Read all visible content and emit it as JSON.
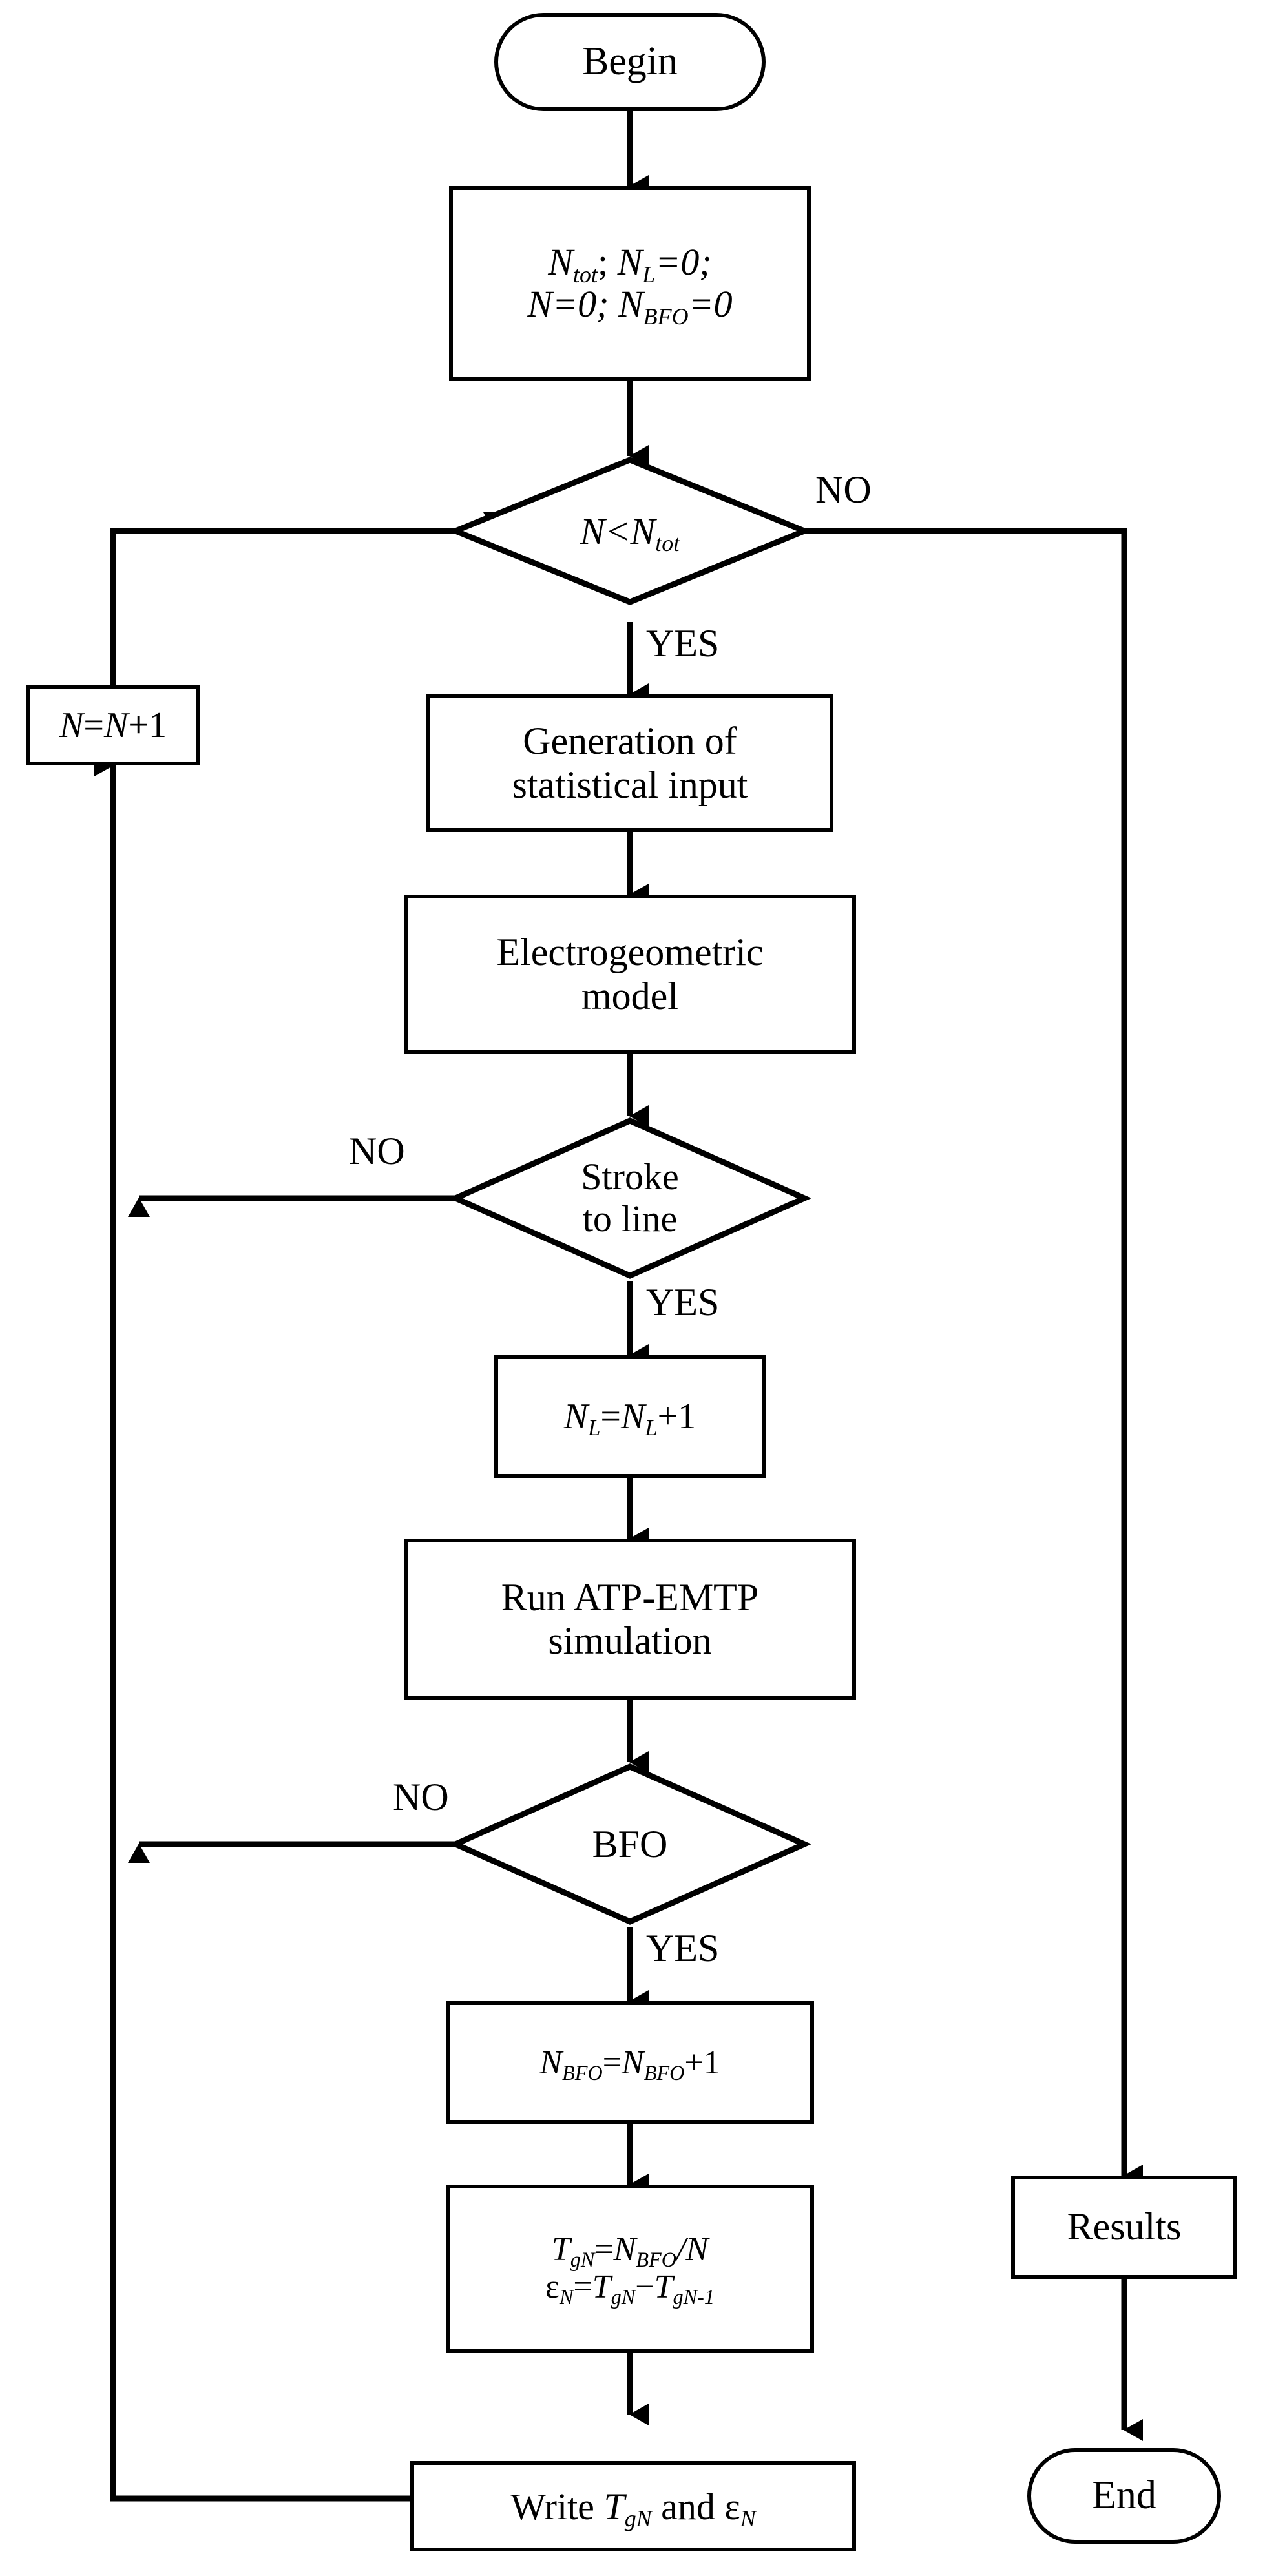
{
  "diagram": {
    "title": "Monte Carlo backflashover simulation flowchart",
    "stroke_color": "#000000",
    "background_color": "#ffffff"
  },
  "nodes": {
    "begin": {
      "label": "Begin",
      "shape": "terminal"
    },
    "init": {
      "shape": "process",
      "line1_a": "N",
      "line1_a_sub": "tot",
      "line1_b": "; ",
      "line1_c": "N",
      "line1_c_sub": "L",
      "line1_d": "=0;",
      "line2_a": "N",
      "line2_b": "=0; ",
      "line2_c": "N",
      "line2_c_sub": "BFO",
      "line2_d": "=0"
    },
    "decision_count": {
      "shape": "decision",
      "text_a": "N",
      "text_b": "<",
      "text_c": "N",
      "text_c_sub": "tot",
      "no_label": "NO",
      "yes_label": "YES"
    },
    "increment_n": {
      "shape": "process",
      "text_a": "N",
      "text_b": "=",
      "text_c": "N",
      "text_d": "+1"
    },
    "generation": {
      "shape": "process",
      "line1": "Generation of",
      "line2": "statistical input"
    },
    "egm": {
      "shape": "process",
      "line1": "Electrogeometric",
      "line2": "model"
    },
    "decision_stroke": {
      "shape": "decision",
      "line1": "Stroke",
      "line2": "to line",
      "no_label": "NO",
      "yes_label": "YES"
    },
    "increment_nl": {
      "shape": "process",
      "text_a": "N",
      "text_a_sub": "L",
      "text_b": "=",
      "text_c": "N",
      "text_c_sub": "L",
      "text_d": "+1"
    },
    "atp": {
      "shape": "process",
      "line1": "Run ATP-EMTP",
      "line2": "simulation"
    },
    "decision_bfo": {
      "shape": "decision",
      "label": "BFO",
      "no_label": "NO",
      "yes_label": "YES"
    },
    "increment_nbfo": {
      "shape": "process",
      "text_a": "N",
      "text_a_sub": "BFO",
      "text_b": "=",
      "text_c": "N",
      "text_c_sub": "BFO",
      "text_d": "+1"
    },
    "compute": {
      "shape": "process",
      "line1_a": "T",
      "line1_a_sub": "gN",
      "line1_b": "=",
      "line1_c": "N",
      "line1_c_sub": "BFO",
      "line1_d": "/",
      "line1_e": "N",
      "line2_a": "ε",
      "line2_a_sub": "N",
      "line2_b": "=",
      "line2_c": "T",
      "line2_c_sub": "gN",
      "line2_d": "−",
      "line2_e": "T",
      "line2_e_sub": "gN-1"
    },
    "write": {
      "shape": "process",
      "text_a": "Write ",
      "text_b": "T",
      "text_b_sub": "gN",
      "text_c": " and ",
      "text_d": "ε",
      "text_d_sub": "N"
    },
    "results": {
      "label": "Results",
      "shape": "process"
    },
    "end": {
      "label": "End",
      "shape": "terminal"
    }
  },
  "edge_labels": {
    "count_no": "NO",
    "count_yes": "YES",
    "stroke_no": "NO",
    "stroke_yes": "YES",
    "bfo_no": "NO",
    "bfo_yes": "YES"
  }
}
